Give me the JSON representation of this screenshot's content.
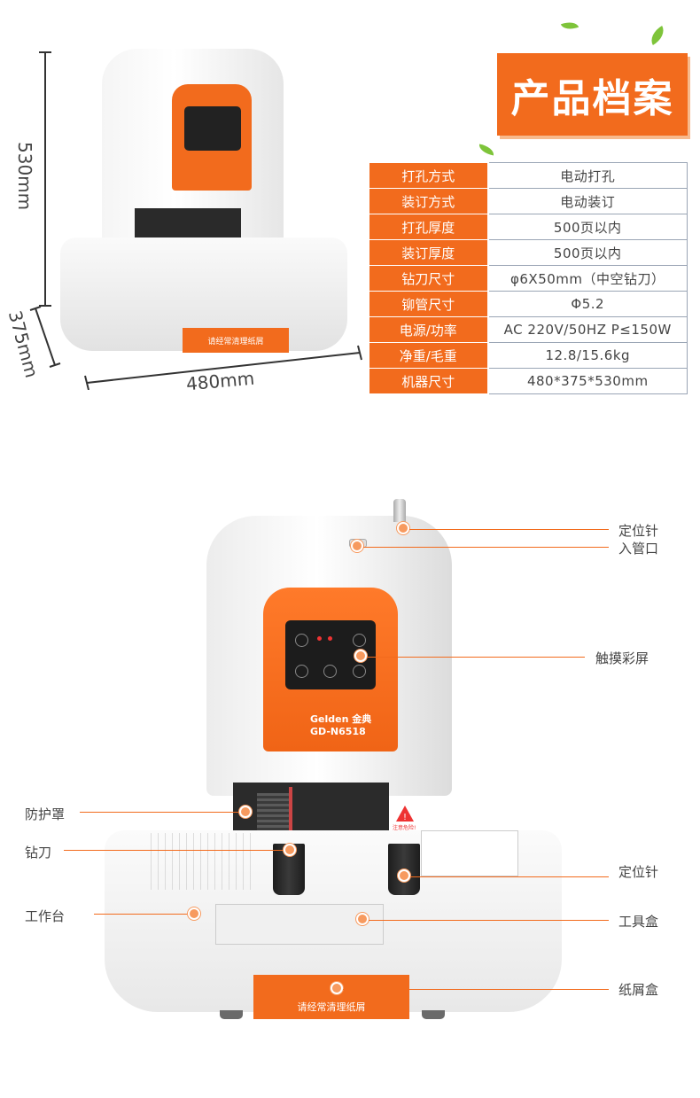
{
  "header": {
    "title": "产品档案"
  },
  "specs": [
    {
      "key": "打孔方式",
      "value": "电动打孔"
    },
    {
      "key": "装订方式",
      "value": "电动装订"
    },
    {
      "key": "打孔厚度",
      "value": "500页以内"
    },
    {
      "key": "装订厚度",
      "value": "500页以内"
    },
    {
      "key": "钻刀尺寸",
      "value": "φ6X50mm（中空钻刀）"
    },
    {
      "key": "铆管尺寸",
      "value": "Φ5.2"
    },
    {
      "key": "电源/功率",
      "value": "AC 220V/50HZ    P≤150W"
    },
    {
      "key": "净重/毛重",
      "value": "12.8/15.6kg"
    },
    {
      "key": "机器尺寸",
      "value": "480*375*530mm"
    }
  ],
  "dimensions": {
    "height": "530mm",
    "depth": "375mm",
    "width": "480mm"
  },
  "machine": {
    "brand": "Gelden 金典",
    "model": "GD-N6518",
    "strip_text": "请经常清理纸屑",
    "warning_label": "注意危险!"
  },
  "callouts": {
    "right": [
      "定位针",
      "入管口",
      "触摸彩屏",
      "定位针",
      "工具盒",
      "纸屑盒"
    ],
    "left": [
      "防护罩",
      "钻刀",
      "工作台"
    ]
  },
  "colors": {
    "accent": "#f26b1d",
    "leaf": "#7ec43a"
  }
}
